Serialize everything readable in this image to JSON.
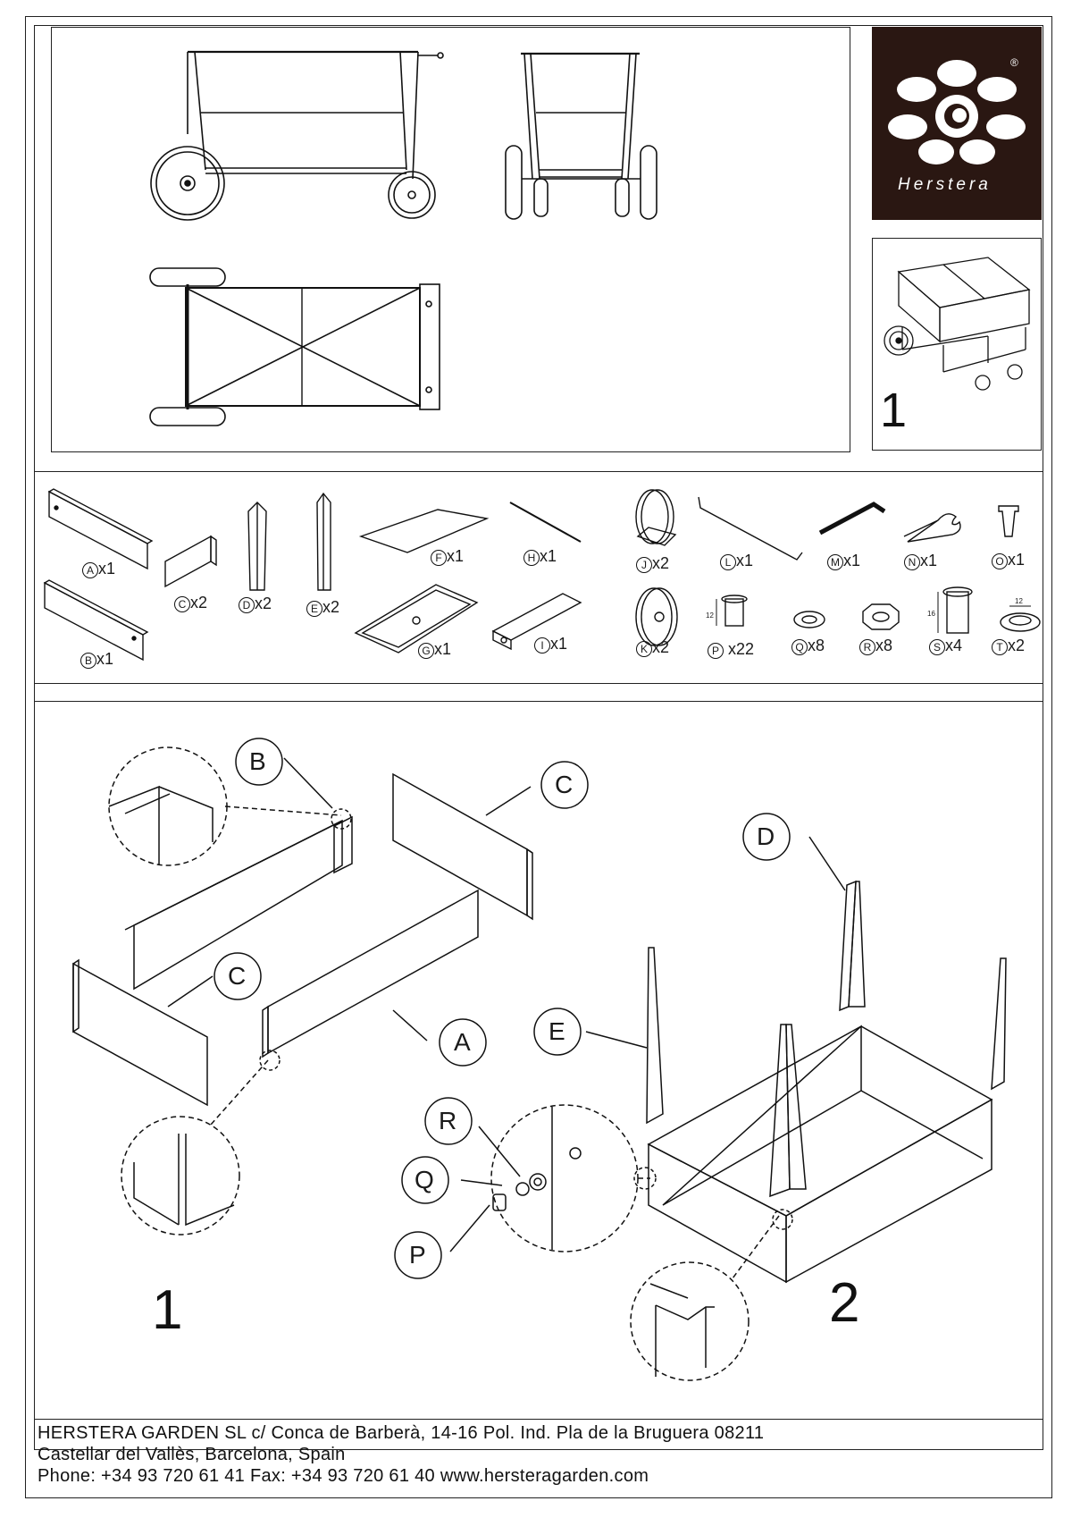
{
  "brand": {
    "name": "Herstera",
    "registered": "®",
    "bg_color": "#2a1712"
  },
  "overview": {
    "step": "1"
  },
  "parts": [
    {
      "id": "A",
      "qty": "x1"
    },
    {
      "id": "B",
      "qty": "x1"
    },
    {
      "id": "C",
      "qty": "x2"
    },
    {
      "id": "D",
      "qty": "x2"
    },
    {
      "id": "E",
      "qty": "x2"
    },
    {
      "id": "F",
      "qty": "x1"
    },
    {
      "id": "G",
      "qty": "x1"
    },
    {
      "id": "H",
      "qty": "x1"
    },
    {
      "id": "I",
      "qty": "x1"
    },
    {
      "id": "J",
      "qty": "x2"
    },
    {
      "id": "K",
      "qty": "x2"
    },
    {
      "id": "L",
      "qty": "x1"
    },
    {
      "id": "M",
      "qty": "x1"
    },
    {
      "id": "N",
      "qty": "x1"
    },
    {
      "id": "O",
      "qty": "x1"
    },
    {
      "id": "P",
      "qty": "x22",
      "dim": "12"
    },
    {
      "id": "Q",
      "qty": "x8"
    },
    {
      "id": "R",
      "qty": "x8"
    },
    {
      "id": "S",
      "qty": "x4",
      "dim": "16"
    },
    {
      "id": "T",
      "qty": "x2",
      "dim": "12"
    }
  ],
  "assembly": {
    "step1": "1",
    "step2": "2",
    "callouts": {
      "A": "A",
      "B": "B",
      "C1": "C",
      "C2": "C",
      "D": "D",
      "E": "E",
      "P": "P",
      "Q": "Q",
      "R": "R"
    }
  },
  "footer": {
    "line1": "HERSTERA GARDEN SL  c/ Conca de Barberà, 14-16 Pol. Ind. Pla de la Bruguera 08211",
    "line2": "Castellar del Vallès, Barcelona, Spain",
    "line3": "Phone: +34 93 720 61 41  Fax: +34 93 720 61 40    www.hersteragarden.com"
  }
}
